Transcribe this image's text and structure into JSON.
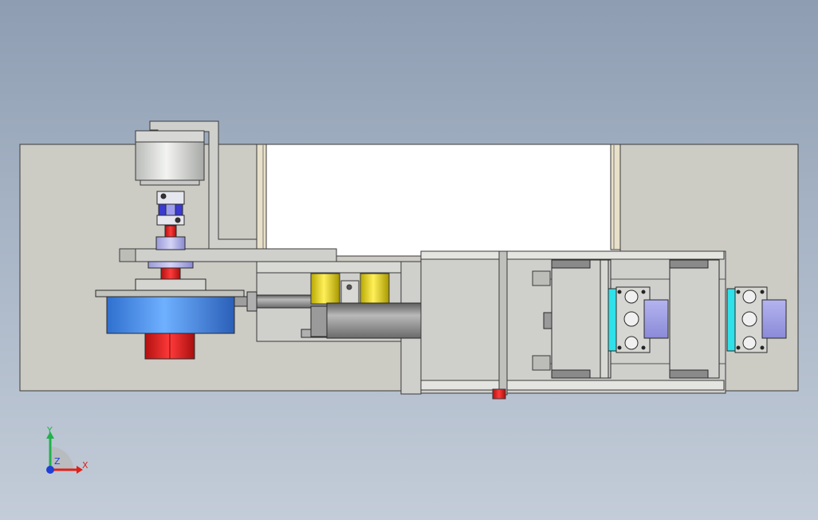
{
  "viewport": {
    "background_top": "#8e9db2",
    "background_bottom": "#c3ccd8"
  },
  "triad": {
    "x_label": "X",
    "y_label": "Y",
    "z_label": "Z",
    "x_color": "#e0201a",
    "y_color": "#22b14c",
    "z_color": "#1f3fd6"
  },
  "palette": {
    "base_plate": "#cccbc4",
    "part_edge": "#3a3a3a",
    "motor_housing": "#e7e8e6",
    "coupling_blue": "#3030c8",
    "shaft_red": "#d81818",
    "turntable_blue": "#4a8fe8",
    "spring_yellow": "#e0d020",
    "cylinder_gray": "#8e8e8e",
    "fixture_violet": "#9a9ae0",
    "gripper_cyan": "#2fe2ea"
  },
  "model": {
    "components": [
      "base-plate",
      "motor",
      "coupling",
      "turntable",
      "spring-guides",
      "air-cylinder",
      "slide-rail",
      "gripper-fixture"
    ]
  }
}
